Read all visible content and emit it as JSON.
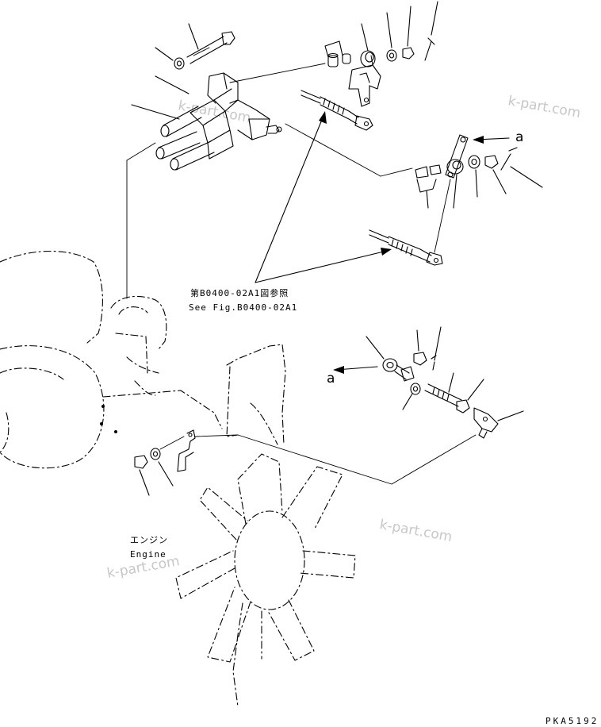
{
  "reference_note": {
    "japanese": "第B0400-02A1図参照",
    "english": "See Fig.B0400-02A1"
  },
  "engine_label": {
    "japanese": "エンジン",
    "english": "Engine"
  },
  "callout_letter": "a",
  "watermark": "k-part.com",
  "drawing_code": "PKA5192",
  "colors": {
    "line": "#000000",
    "watermark": "#b4b4b4",
    "background": "#ffffff"
  }
}
